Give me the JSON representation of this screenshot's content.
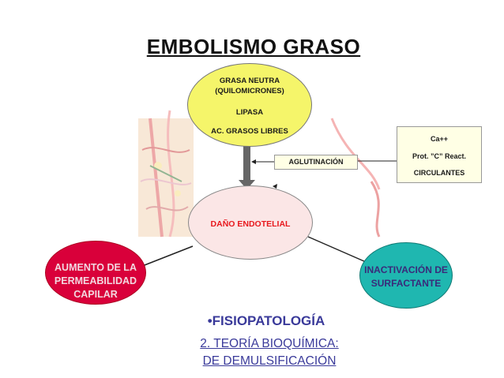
{
  "title": "EMBOLISMO GRASO",
  "top_node": {
    "line1": "GRASA NEUTRA",
    "line2": "(QUILOMICRONES)",
    "line3": "LIPASA",
    "line4": "AC. GRASOS LIBRES"
  },
  "center_node": {
    "label": "DAÑO ENDOTELIAL"
  },
  "left_node": {
    "line1": "AUMENTO DE LA",
    "line2": "PERMEABILIDAD",
    "line3": "CAPILAR"
  },
  "right_node": {
    "line1": "INACTIVACIÓN DE",
    "line2": "SURFACTANTE"
  },
  "side_box": {
    "line1": "Ca++",
    "line2": "Prot. ”C” React.",
    "line3": "CIRCULANTES"
  },
  "connector_box": {
    "label": "AGLUTINACIÓN"
  },
  "caption": {
    "bullet": "•FISIOPATOLOGÍA",
    "line1": "2. TEORÍA BIOQUÍMICA:",
    "line2": "DE DEMULSIFICACIÓN"
  },
  "colors": {
    "top_node": "#f5f56a",
    "center_node": "#fbe6e6",
    "left_node": "#d9003a",
    "right_node": "#1fb7b0",
    "caption_text": "#3a3a9a"
  }
}
